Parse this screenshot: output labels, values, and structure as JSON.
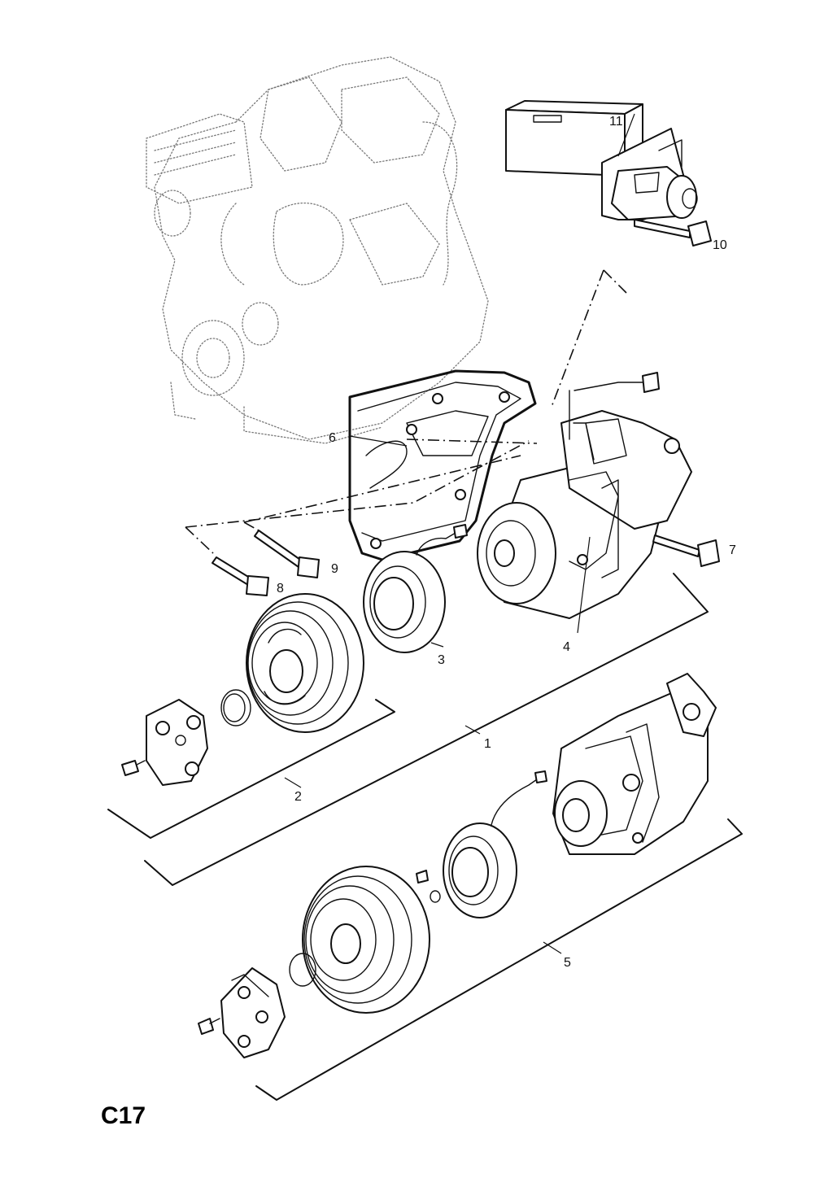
{
  "diagram": {
    "page_id": "C17",
    "callouts": [
      "1",
      "2",
      "3",
      "4",
      "5",
      "6",
      "7",
      "8",
      "9",
      "10",
      "11"
    ]
  }
}
